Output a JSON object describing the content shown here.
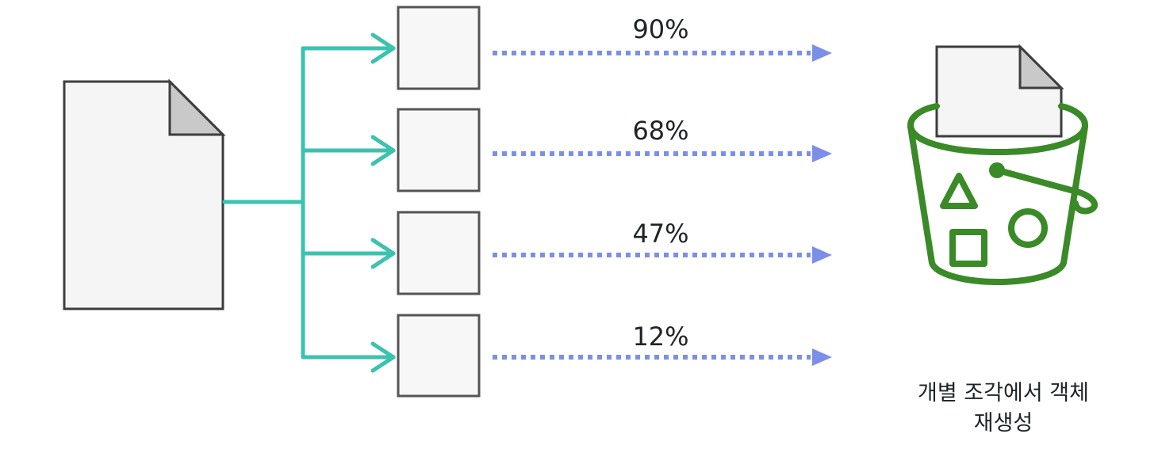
{
  "fragments": [
    {
      "percent_label": "90%",
      "percent": 90
    },
    {
      "percent_label": "68%",
      "percent": 68
    },
    {
      "percent_label": "47%",
      "percent": 47
    },
    {
      "percent_label": "12%",
      "percent": 12
    }
  ],
  "caption": {
    "line1": "개별 조각에서 객체",
    "line2": "재생성"
  },
  "colors": {
    "source_doc_fill": "#f5f5f5",
    "doc_outline": "#3d3d3d",
    "doc_fold": "#c9c9c9",
    "split_lines": "#3cc2ae",
    "fragment_fill": "#f7f7f7",
    "fragment_outline": "#555555",
    "dotted_arrows": "#7b8fe8",
    "bucket": "#3a8a27"
  },
  "icons": {
    "source": "document-icon",
    "target": "storage-bucket-icon"
  }
}
